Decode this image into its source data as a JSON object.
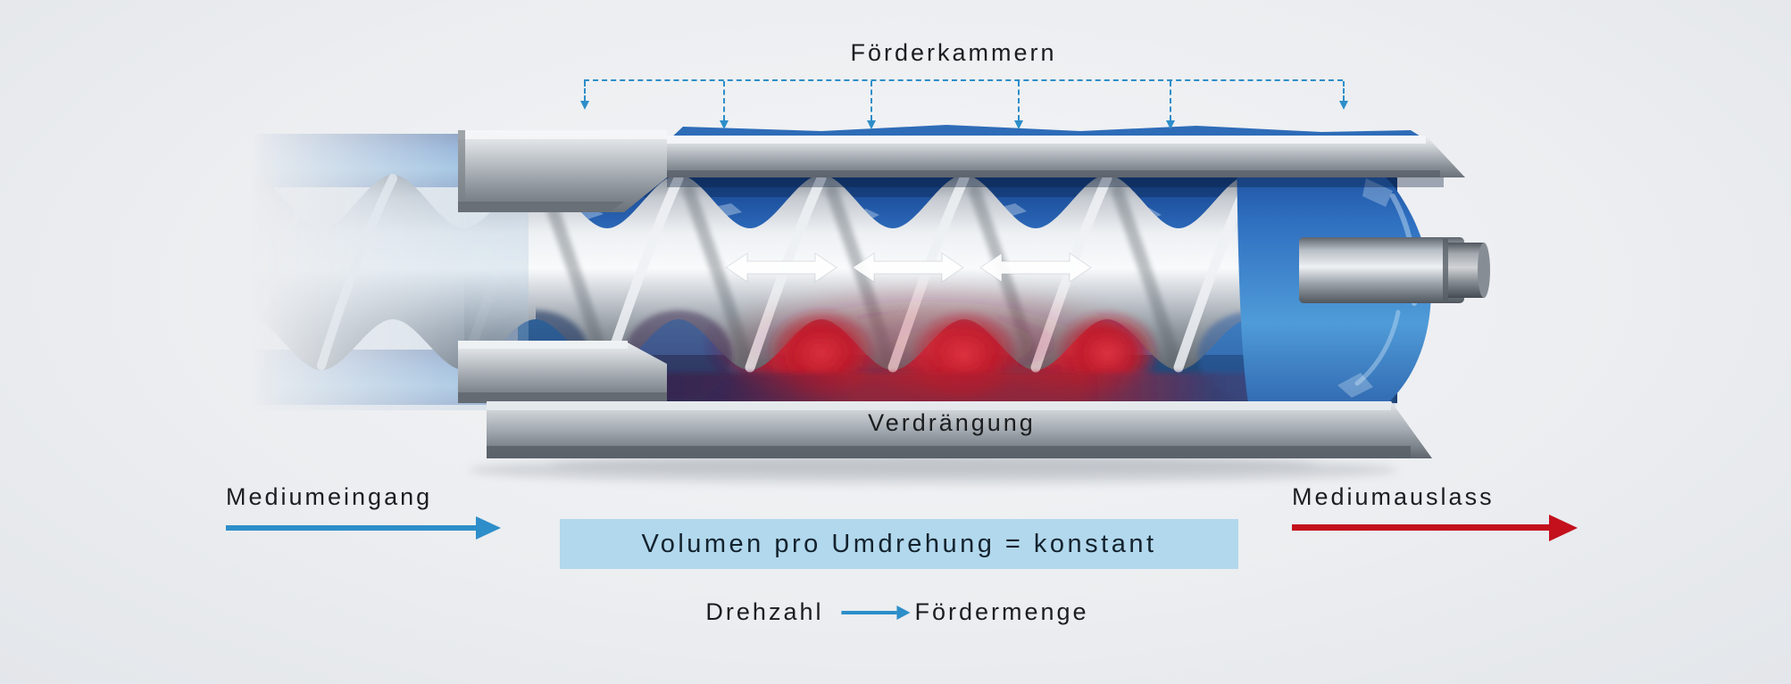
{
  "colors": {
    "background": "#edeff1",
    "accent_blue": "#2d8ec9",
    "accent_red": "#c3101c",
    "panel_blue": "#b2d8ed",
    "text": "#1b1d1f"
  },
  "labels": {
    "chambers": "Förderkammern",
    "displacement": "Verdrängung",
    "medium_inlet": "Mediumeingang",
    "medium_outlet": "Mediumauslass",
    "volume_note": "Volumen pro Umdrehung = konstant",
    "speed": "Drehzahl",
    "flow_rate": "Fördermenge"
  },
  "icons": {
    "medium_in_arrow": "right-arrow",
    "medium_out_arrow": "right-arrow",
    "speed_flow_arrow": "right-arrow",
    "chamber_pointer": "down-arrow",
    "axial_motion": "double-headed-arrow"
  }
}
